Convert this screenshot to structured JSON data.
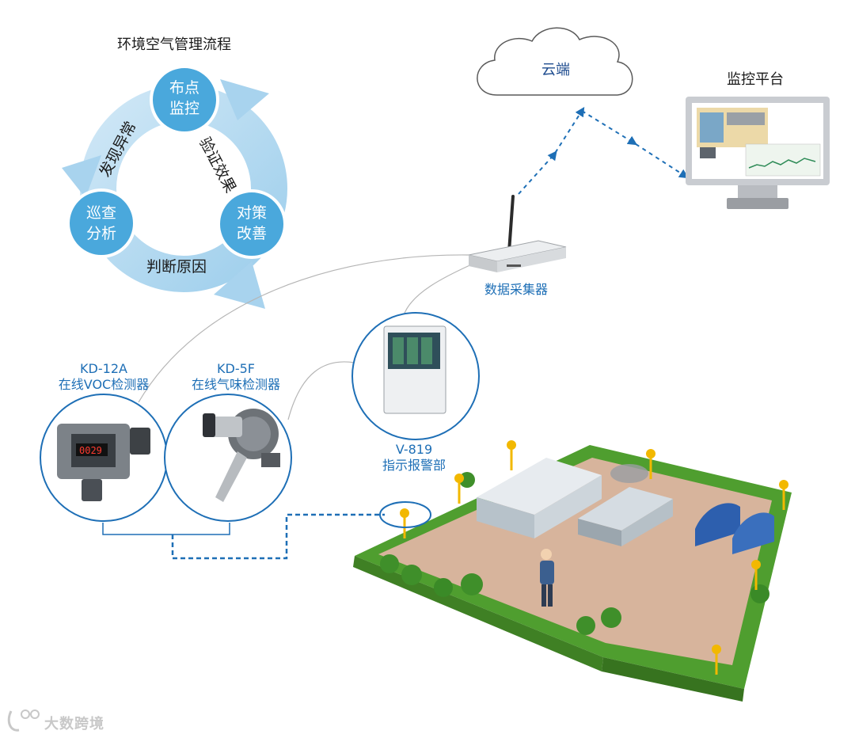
{
  "cycle": {
    "title": "环境空气管理流程",
    "stages": [
      "布点\n监控",
      "对策\n改善",
      "巡查\n分析"
    ],
    "arrows": [
      "验证效果",
      "判断原因",
      "发现异常"
    ]
  },
  "cloud_label": "云端",
  "monitor_label": "监控平台",
  "collector_label": "数据采集器",
  "devices": [
    {
      "model": "KD-12A",
      "name": "在线VOC检测器"
    },
    {
      "model": "KD-5F",
      "name": "在线气味检测器"
    },
    {
      "model": "V-819",
      "name": "指示报警部"
    }
  ],
  "device_display": "0029",
  "watermark": "大数跨境",
  "colors": {
    "primary": "#1e6fb6",
    "cycle_circle": "#4aa8dc",
    "cycle_arrow": "#b3d9ef",
    "lawn": "#4f9e2f",
    "yard": "#d7b49c"
  }
}
